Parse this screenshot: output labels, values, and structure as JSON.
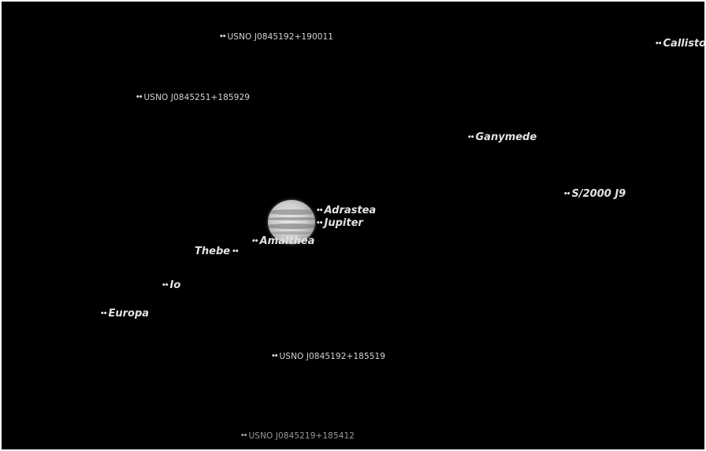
{
  "labels": {
    "callisto": "Callisto",
    "ganymede": "Ganymede",
    "s2000j9": "S/2000 J9",
    "adrastea": "Adrastea",
    "jupiter": "Jupiter",
    "amalthea": "Amalthea",
    "thebe": "Thebe",
    "io": "Io",
    "europa": "Europa",
    "usno_1": "USNO J0845192+190011",
    "usno_2": "USNO J0845251+185929",
    "usno_3": "USNO J0845192+185519",
    "usno_4": "USNO J0845219+185412"
  },
  "marker_glyph": "••",
  "colors": {
    "background": "#000000",
    "label": "#e6e6e6",
    "planet": "#cfcfcf"
  },
  "icons": {
    "planet": "jupiter-disc",
    "marker": "object-marker"
  }
}
